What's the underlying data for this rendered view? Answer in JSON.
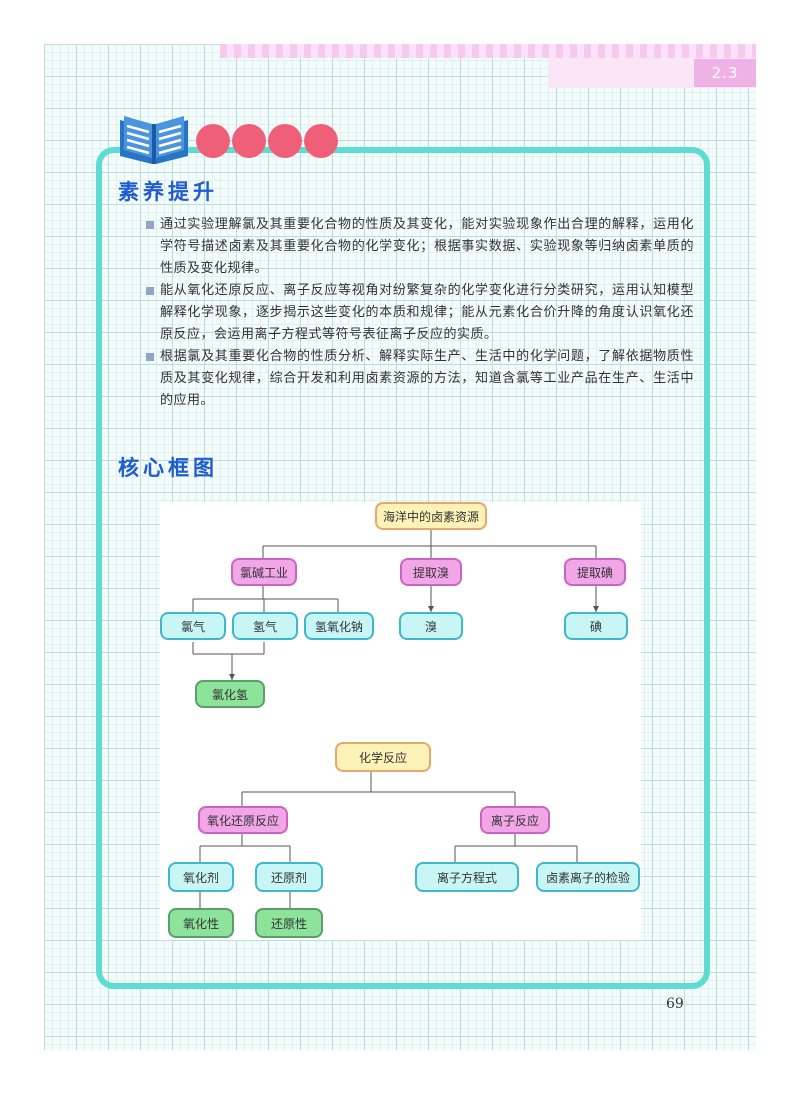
{
  "header": {
    "section": "2.3"
  },
  "literacy": {
    "title": "素养提升",
    "items": [
      "通过实验理解氯及其重要化合物的性质及其变化，能对实验现象作出合理的解释，运用化学符号描述卤素及其重要化合物的化学变化；根据事实数据、实验现象等归纳卤素单质的性质及变化规律。",
      "能从氧化还原反应、离子反应等视角对纷繁复杂的化学变化进行分类研究，运用认知模型解释化学现象，逐步揭示这些变化的本质和规律；能从元素化合价升降的角度认识氧化还原反应，会运用离子方程式等符号表征离子反应的实质。",
      "根据氯及其重要化合物的性质分析、解释实际生产、生活中的化学问题，了解依据物质性质及其变化规律，综合开发和利用卤素资源的方法，知道含氯等工业产品在生产、生活中的应用。"
    ]
  },
  "framework": {
    "title": "核心框图",
    "diagram1": {
      "root": "海洋中的卤素资源",
      "chlor_alkali": "氯碱工业",
      "extract_br": "提取溴",
      "extract_i": "提取碘",
      "chlorine": "氯气",
      "hydrogen": "氢气",
      "naoh": "氢氧化钠",
      "bromine": "溴",
      "iodine": "碘",
      "hcl": "氯化氢"
    },
    "diagram2": {
      "root": "化学反应",
      "redox": "氧化还原反应",
      "ionic": "离子反应",
      "oxidant": "氧化剂",
      "reductant": "还原剂",
      "oxidizing": "氧化性",
      "reducing": "还原性",
      "ionic_eq": "离子方程式",
      "halide_test": "卤素离子的检验"
    }
  },
  "page": {
    "number": "69"
  }
}
